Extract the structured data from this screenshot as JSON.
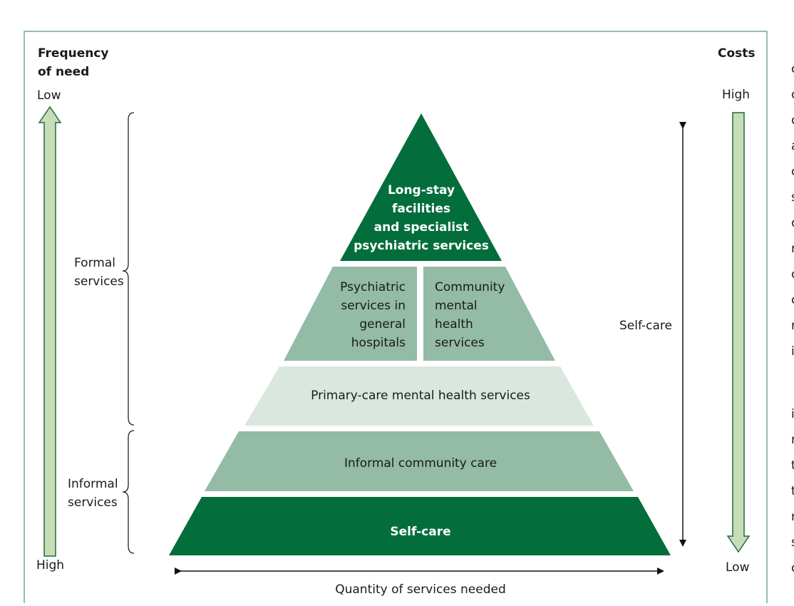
{
  "axis_left": {
    "title_line1": "Frequency",
    "title_line2": "of need",
    "top_label": "Low",
    "bottom_label": "High"
  },
  "axis_right": {
    "title": "Costs",
    "top_label": "High",
    "bottom_label": "Low"
  },
  "braces": {
    "formal_line1": "Formal",
    "formal_line2": "services",
    "informal_line1": "Informal",
    "informal_line2": "services"
  },
  "pyramid": {
    "top_line1": "Long-stay",
    "top_line2": "facilities",
    "top_line3": "and specialist",
    "top_line4": "psychiatric services",
    "left_line1": "Psychiatric",
    "left_line2": "services in",
    "left_line3": "general",
    "left_line4": "hospitals",
    "right_line1": "Community",
    "right_line2": "mental",
    "right_line3": "health",
    "right_line4": "services",
    "primary": "Primary-care mental health services",
    "informal_care": "Informal community care",
    "self_care": "Self-care"
  },
  "vertical_span_label": "Self-care",
  "bottom_axis_label": "Quantity of services needed",
  "clipped_text_fragments": [
    "c",
    "c",
    "c",
    "a",
    "c",
    "s",
    "c",
    "r",
    "c",
    "c",
    "r",
    "i",
    "i",
    "r",
    "t",
    "t",
    "r",
    "s",
    "c"
  ],
  "colors": {
    "dark_green": "#036e3c",
    "mid_green": "#93bba6",
    "light_green": "#dae7df",
    "arrow_fill": "#c7ddb5",
    "arrow_stroke": "#1f6b45",
    "frame": "#6fa89a"
  }
}
